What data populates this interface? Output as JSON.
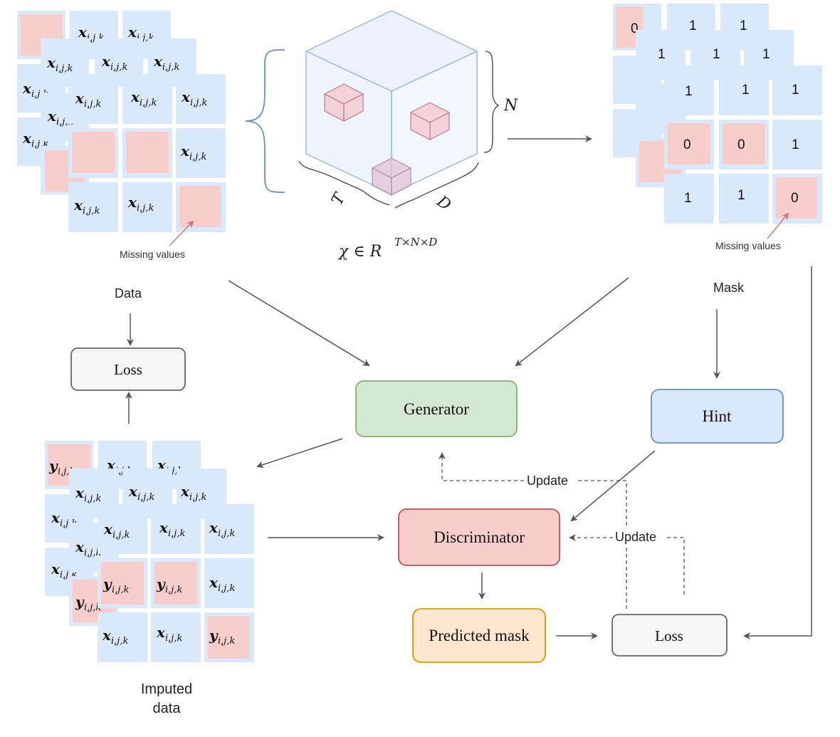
{
  "labels": {
    "missing_values_left": "Missing values",
    "missing_values_right": "Missing values",
    "data": "Data",
    "mask": "Mask",
    "imputed_line1": "Imputed",
    "imputed_line2": "data",
    "tensor_formula": "χ ∈ R",
    "tensor_exponent": "T×N×D",
    "axis_t": "T",
    "axis_d": "D",
    "axis_n": "N",
    "update_1": "Update",
    "update_2": "Update"
  },
  "boxes": {
    "loss_top": "Loss",
    "generator": "Generator",
    "hint": "Hint",
    "discriminator": "Discriminator",
    "predicted_mask": "Predicted mask",
    "loss_bottom": "Loss"
  },
  "cells": {
    "x_main": "x",
    "y_main": "y",
    "sub": "i,j,k"
  },
  "mask_grid": [
    [
      "1",
      "1",
      "1"
    ],
    [
      "0",
      "0",
      "1"
    ],
    [
      "1",
      "1",
      "0"
    ]
  ],
  "mask_back_values": [
    "0",
    "1",
    "1",
    "1",
    "1",
    "1"
  ],
  "colors": {
    "cell_blue": "#dae8fc",
    "cell_pink": "#f8cecc",
    "generator": "#d5e8d4",
    "hint": "#dae8fc",
    "discriminator": "#f8cecc",
    "predicted_mask": "#ffe6cc",
    "loss": "#f5f5f5",
    "cube": "#dae8fc"
  }
}
